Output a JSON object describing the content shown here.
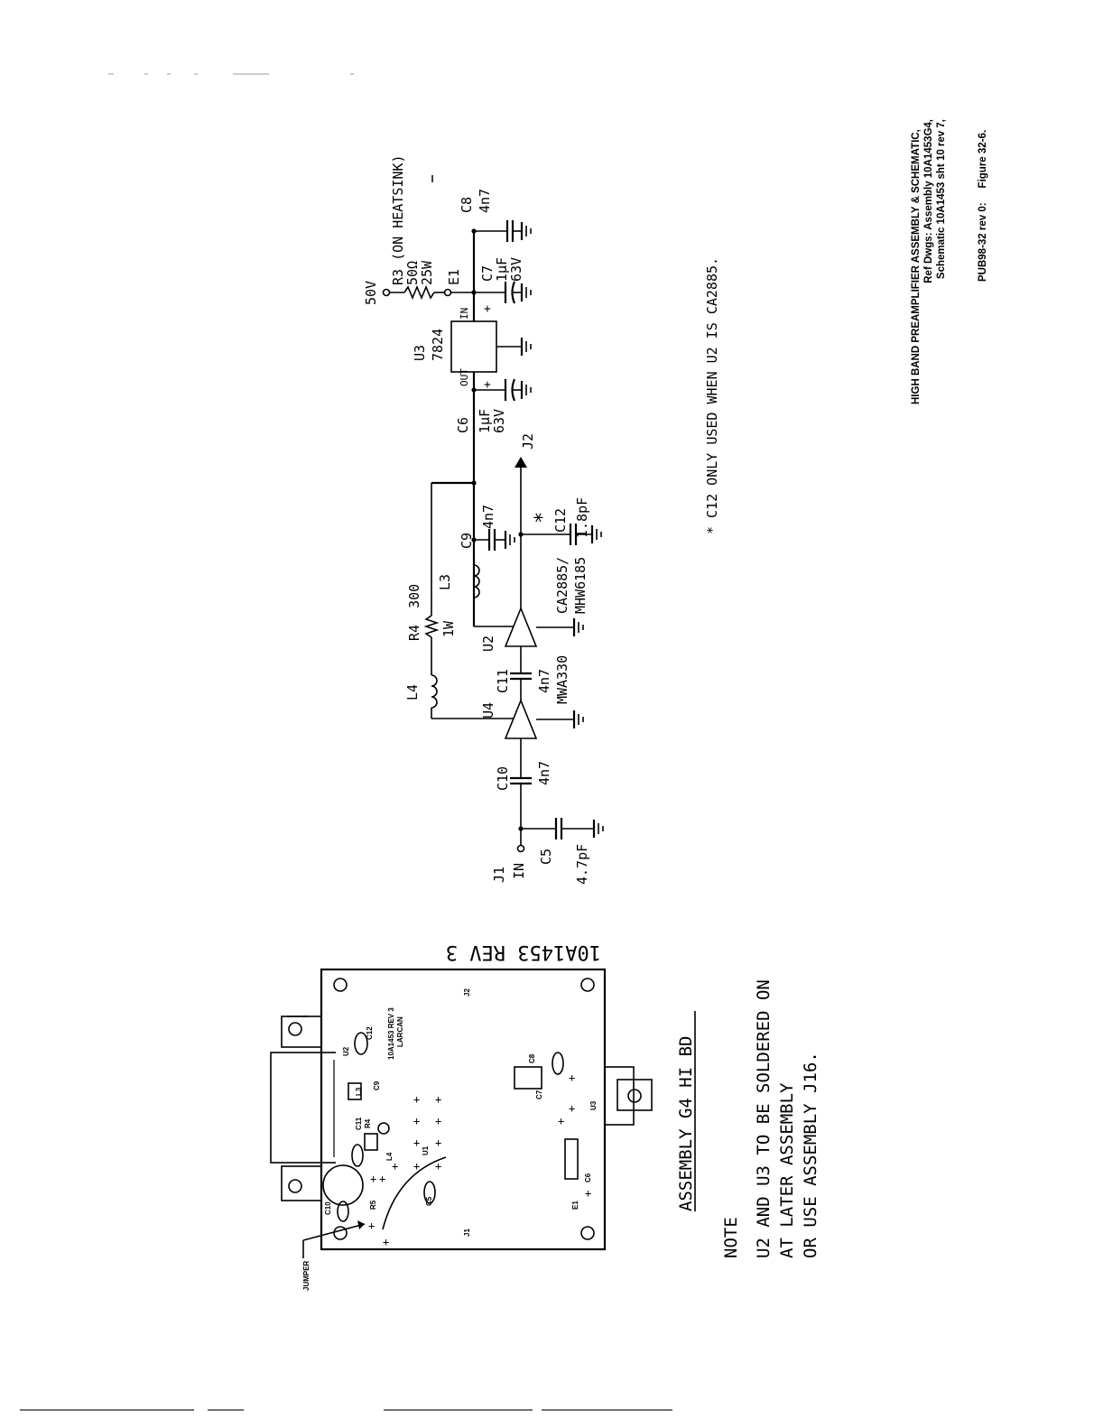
{
  "title_block": {
    "title": "HIGH BAND PREAMPLIFIER ASSEMBLY & SCHEMATIC,",
    "ref_line1": "Ref Dwgs:  Assembly 10A1453G4,",
    "ref_line2": "Schematic 10A1453 sht 10 rev 7,",
    "pub": "PUB98-32 rev 0:     Figure 32-6."
  },
  "schematic": {
    "supply": "50V",
    "r3": [
      "R3 (ON HEATSINK)",
      "50Ω",
      "25W"
    ],
    "e1": "E1",
    "c7": [
      "C7",
      "1µF",
      "63V"
    ],
    "c8": [
      "C8",
      "4n7"
    ],
    "u3": [
      "U3",
      "7824"
    ],
    "u3_in": "IN",
    "u3_out": "OUT",
    "c6": [
      "C6",
      "1µF",
      "63V"
    ],
    "j2": "J2",
    "c12": [
      "C12",
      "1.8pF"
    ],
    "asterisk": "*",
    "c9": [
      "C9",
      "4n7"
    ],
    "l3": "L3",
    "r4": [
      "R4  300",
      "1W"
    ],
    "u2": [
      "U2",
      "CA2885/",
      "MHW6185"
    ],
    "l4": "L4",
    "c11": [
      "C11",
      "4n7"
    ],
    "u4": [
      "U4",
      "MWA330"
    ],
    "c10": [
      "C10",
      "4n7"
    ],
    "j1": [
      "J1",
      "IN"
    ],
    "c5": [
      "C5",
      "4.7pF"
    ],
    "plus": "+",
    "footnote": "* C12 ONLY USED WHEN U2 IS CA2885."
  },
  "assembly": {
    "board_id": "10A1453 REV 3",
    "silk_id": [
      "10A1453 REV 3",
      "LARCAN"
    ],
    "jumper": "JUMPER",
    "refs": {
      "j1": "J1",
      "j2": "J2",
      "r5": "R5",
      "c5": "C5",
      "c10": "C10",
      "c11": "C11",
      "r4": "R4",
      "l4": "L4",
      "l3": "L3",
      "c9": "C9",
      "u2": "U2",
      "c12": "C12",
      "u1": "U1",
      "c6": "C6",
      "c7": "C7",
      "c8": "C8",
      "u3": "U3",
      "e1": "E1"
    },
    "caption": "ASSEMBLY G4 HI BD",
    "note_title": "NOTE",
    "note_lines": [
      "U2 AND U3 TO BE SOLDERED ON",
      "AT LATER ASSEMBLY",
      "OR USE ASSEMBLY J16."
    ]
  }
}
